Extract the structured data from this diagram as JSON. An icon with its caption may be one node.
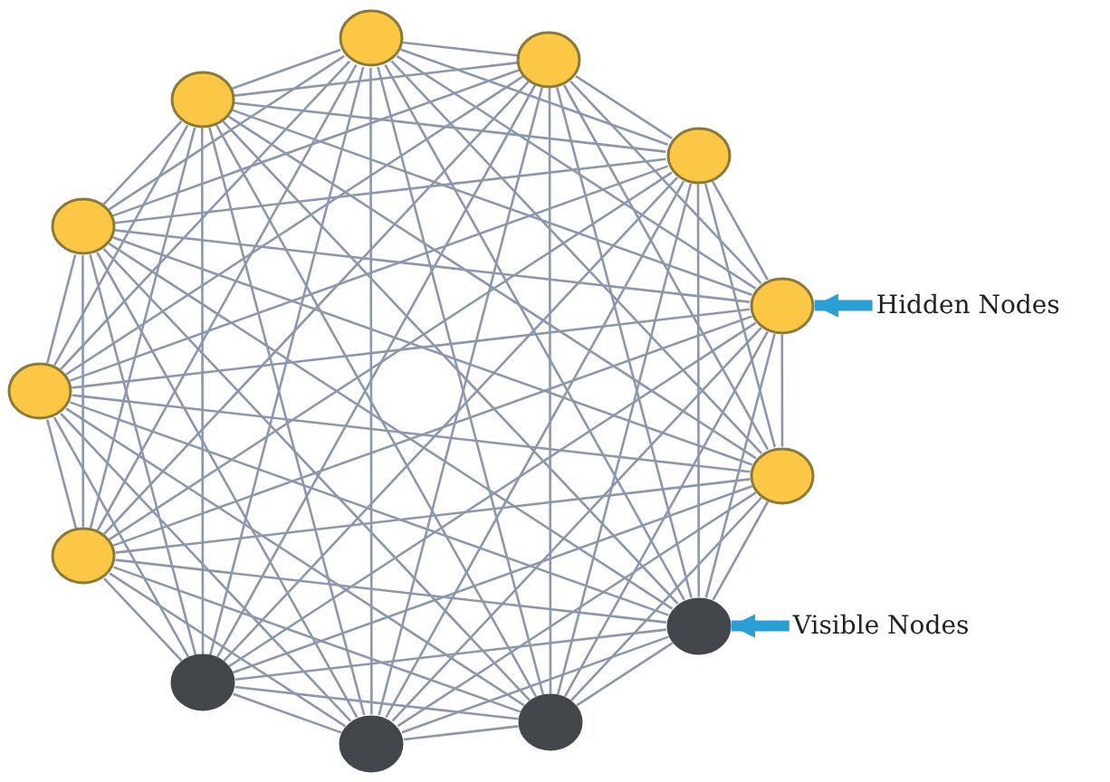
{
  "diagram": {
    "nodes": [
      {
        "text": [],
        "shape": "circle"
      },
      {
        "text": [],
        "shape": "circle"
      },
      {
        "text": [],
        "shape": "circle"
      },
      {
        "text": [],
        "shape": "circle"
      },
      {
        "text": [],
        "shape": "circle"
      },
      {
        "text": [],
        "shape": "circle"
      },
      {
        "text": [],
        "shape": "circle"
      },
      {
        "text": [],
        "shape": "circle"
      },
      {
        "text": [],
        "shape": "circle"
      },
      {
        "text": [],
        "shape": "circle"
      },
      {
        "text": [],
        "shape": "circle"
      },
      {
        "text": [],
        "shape": "circle"
      },
      {
        "text": [],
        "shape": "circle"
      },
      {
        "text": [
          "Hidden Nodes"
        ]
      },
      {
        "text": [
          "Visible Nodes"
        ]
      }
    ],
    "edges": [
      {
        "from": 0,
        "to": 1,
        "arrow": "none"
      },
      {
        "from": 0,
        "to": 2,
        "arrow": "none"
      },
      {
        "from": 0,
        "to": 3,
        "arrow": "none"
      },
      {
        "from": 0,
        "to": 4,
        "arrow": "none"
      },
      {
        "from": 0,
        "to": 5,
        "arrow": "none"
      },
      {
        "from": 0,
        "to": 6,
        "arrow": "none"
      },
      {
        "from": 0,
        "to": 7,
        "arrow": "none"
      },
      {
        "from": 0,
        "to": 8,
        "arrow": "none"
      },
      {
        "from": 0,
        "to": 9,
        "arrow": "none"
      },
      {
        "from": 0,
        "to": 10,
        "arrow": "none"
      },
      {
        "from": 0,
        "to": 11,
        "arrow": "none"
      },
      {
        "from": 0,
        "to": 12,
        "arrow": "none"
      },
      {
        "from": 1,
        "to": 2,
        "arrow": "none"
      },
      {
        "from": 1,
        "to": 3,
        "arrow": "none"
      },
      {
        "from": 1,
        "to": 4,
        "arrow": "none"
      },
      {
        "from": 1,
        "to": 5,
        "arrow": "none"
      },
      {
        "from": 1,
        "to": 6,
        "arrow": "none"
      },
      {
        "from": 1,
        "to": 7,
        "arrow": "none"
      },
      {
        "from": 1,
        "to": 8,
        "arrow": "none"
      },
      {
        "from": 1,
        "to": 9,
        "arrow": "none"
      },
      {
        "from": 1,
        "to": 10,
        "arrow": "none"
      },
      {
        "from": 1,
        "to": 11,
        "arrow": "none"
      },
      {
        "from": 1,
        "to": 12,
        "arrow": "none"
      },
      {
        "from": 2,
        "to": 3,
        "arrow": "none"
      },
      {
        "from": 2,
        "to": 4,
        "arrow": "none"
      },
      {
        "from": 2,
        "to": 5,
        "arrow": "none"
      },
      {
        "from": 2,
        "to": 6,
        "arrow": "none"
      },
      {
        "from": 2,
        "to": 7,
        "arrow": "none"
      },
      {
        "from": 2,
        "to": 8,
        "arrow": "none"
      },
      {
        "from": 2,
        "to": 9,
        "arrow": "none"
      },
      {
        "from": 2,
        "to": 10,
        "arrow": "none"
      },
      {
        "from": 2,
        "to": 11,
        "arrow": "none"
      },
      {
        "from": 2,
        "to": 12,
        "arrow": "none"
      },
      {
        "from": 3,
        "to": 4,
        "arrow": "none"
      },
      {
        "from": 3,
        "to": 5,
        "arrow": "none"
      },
      {
        "from": 3,
        "to": 6,
        "arrow": "none"
      },
      {
        "from": 3,
        "to": 7,
        "arrow": "none"
      },
      {
        "from": 3,
        "to": 8,
        "arrow": "none"
      },
      {
        "from": 3,
        "to": 9,
        "arrow": "none"
      },
      {
        "from": 3,
        "to": 10,
        "arrow": "none"
      },
      {
        "from": 3,
        "to": 11,
        "arrow": "none"
      },
      {
        "from": 3,
        "to": 12,
        "arrow": "none"
      },
      {
        "from": 4,
        "to": 5,
        "arrow": "none"
      },
      {
        "from": 4,
        "to": 6,
        "arrow": "none"
      },
      {
        "from": 4,
        "to": 7,
        "arrow": "none"
      },
      {
        "from": 4,
        "to": 8,
        "arrow": "none"
      },
      {
        "from": 4,
        "to": 9,
        "arrow": "none"
      },
      {
        "from": 4,
        "to": 10,
        "arrow": "none"
      },
      {
        "from": 4,
        "to": 11,
        "arrow": "none"
      },
      {
        "from": 4,
        "to": 12,
        "arrow": "none"
      },
      {
        "from": 5,
        "to": 6,
        "arrow": "none"
      },
      {
        "from": 5,
        "to": 7,
        "arrow": "none"
      },
      {
        "from": 5,
        "to": 8,
        "arrow": "none"
      },
      {
        "from": 5,
        "to": 9,
        "arrow": "none"
      },
      {
        "from": 5,
        "to": 10,
        "arrow": "none"
      },
      {
        "from": 5,
        "to": 11,
        "arrow": "none"
      },
      {
        "from": 5,
        "to": 12,
        "arrow": "none"
      },
      {
        "from": 6,
        "to": 7,
        "arrow": "none"
      },
      {
        "from": 6,
        "to": 8,
        "arrow": "none"
      },
      {
        "from": 6,
        "to": 9,
        "arrow": "none"
      },
      {
        "from": 6,
        "to": 10,
        "arrow": "none"
      },
      {
        "from": 6,
        "to": 11,
        "arrow": "none"
      },
      {
        "from": 6,
        "to": 12,
        "arrow": "none"
      },
      {
        "from": 7,
        "to": 8,
        "arrow": "none"
      },
      {
        "from": 7,
        "to": 9,
        "arrow": "none"
      },
      {
        "from": 7,
        "to": 10,
        "arrow": "none"
      },
      {
        "from": 7,
        "to": 11,
        "arrow": "none"
      },
      {
        "from": 7,
        "to": 12,
        "arrow": "none"
      },
      {
        "from": 8,
        "to": 9,
        "arrow": "none"
      },
      {
        "from": 8,
        "to": 10,
        "arrow": "none"
      },
      {
        "from": 8,
        "to": 11,
        "arrow": "none"
      },
      {
        "from": 8,
        "to": 12,
        "arrow": "none"
      },
      {
        "from": 9,
        "to": 10,
        "arrow": "none"
      },
      {
        "from": 9,
        "to": 11,
        "arrow": "none"
      },
      {
        "from": 9,
        "to": 12,
        "arrow": "none"
      },
      {
        "from": 10,
        "to": 11,
        "arrow": "none"
      },
      {
        "from": 10,
        "to": 12,
        "arrow": "none"
      },
      {
        "from": 11,
        "to": 12,
        "arrow": "none"
      },
      {
        "from": 13,
        "to": 3,
        "arrow": "to",
        "style": "thick",
        "color": "#2a9fd6"
      },
      {
        "from": 14,
        "to": 5,
        "arrow": "to",
        "style": "thick",
        "color": "#2a9fd6"
      }
    ]
  }
}
